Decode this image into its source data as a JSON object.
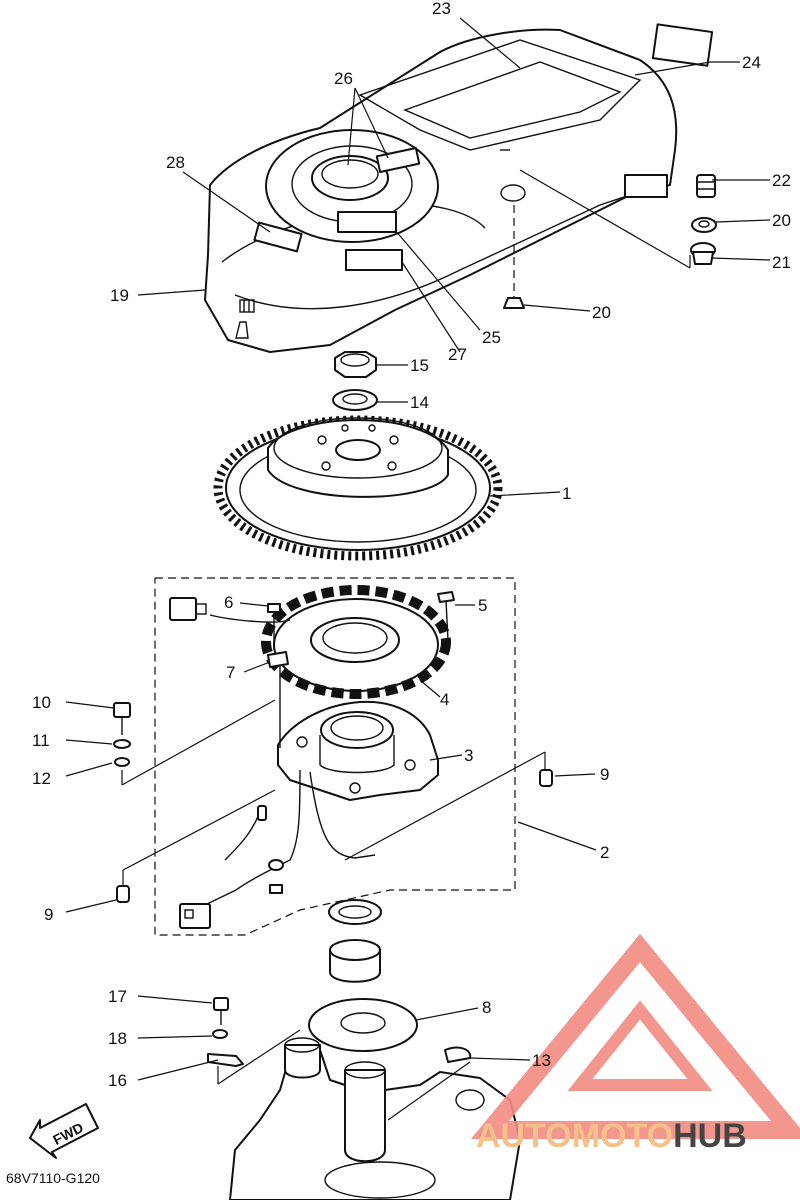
{
  "diagram_code": "68V7110-G120",
  "fwd_label": "FWD",
  "watermark": {
    "brand_a": "AUTO",
    "brand_b": "MOTO",
    "brand_c": "HUB",
    "color_primary": "#f28b82",
    "color_secondary": "#f6c08a",
    "color_dark": "#333333"
  },
  "callouts": {
    "n1": "1",
    "n2": "2",
    "n3": "3",
    "n4": "4",
    "n5": "5",
    "n6": "6",
    "n7": "7",
    "n8": "8",
    "n9a": "9",
    "n9b": "9",
    "n10": "10",
    "n11": "11",
    "n12": "12",
    "n13": "13",
    "n14": "14",
    "n15": "15",
    "n16": "16",
    "n17": "17",
    "n18": "18",
    "n19": "19",
    "n20a": "20",
    "n20b": "20",
    "n21": "21",
    "n22": "22",
    "n23": "23",
    "n24": "24",
    "n25": "25",
    "n26": "26",
    "n27": "27",
    "n28": "28"
  }
}
